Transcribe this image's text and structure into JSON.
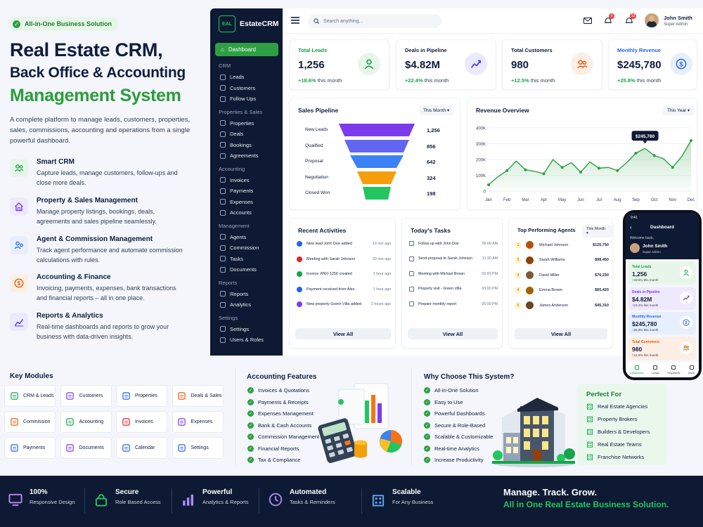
{
  "hero": {
    "badge": "All-in-One Business Solution",
    "title1": "Real Estate CRM,",
    "title2": "Back Office & Accounting",
    "title3": "Management System",
    "intro": "A complete platform to manage leads, customers, properties, sales, commissions, accounting and operations from a single powerful dashboard.",
    "features": [
      {
        "title": "Smart CRM",
        "desc": "Capture leads, manage customers, follow-ups and close more deals.",
        "icon": "users-icon",
        "color": "#16a34a",
        "bg": "#e8f6ea"
      },
      {
        "title": "Property & Sales Management",
        "desc": "Manage property listings, bookings, deals, agreements and sales pipeline seamlessly.",
        "icon": "home-icon",
        "color": "#7c3aed",
        "bg": "#efe9fd"
      },
      {
        "title": "Agent & Commission Management",
        "desc": "Track agent performance and automate commission calculations with rules.",
        "icon": "agents-icon",
        "color": "#2563eb",
        "bg": "#e7efff"
      },
      {
        "title": "Accounting & Finance",
        "desc": "Invoicing, payments, expenses, bank transactions and financial reports – all in one place.",
        "icon": "dollar-icon",
        "color": "#ea580c",
        "bg": "#fdeee4"
      },
      {
        "title": "Reports & Analytics",
        "desc": "Real-time dashboards and reports to grow your business with data-driven insights.",
        "icon": "chart-icon",
        "color": "#4f46e5",
        "bg": "#ebeafd"
      }
    ]
  },
  "app": {
    "logo": "EstateCRM",
    "logo_mark": "EAL",
    "active": "Dashboard",
    "sections": [
      {
        "label": "CRM",
        "items": [
          "Leads",
          "Customers",
          "Follow Ups"
        ]
      },
      {
        "label": "Properties & Sales",
        "items": [
          "Properties",
          "Deals",
          "Bookings",
          "Agreements"
        ]
      },
      {
        "label": "Accounting",
        "items": [
          "Invoices",
          "Payments",
          "Expenses",
          "Accounts"
        ]
      },
      {
        "label": "Management",
        "items": [
          "Agents",
          "Commission",
          "Tasks",
          "Documents"
        ]
      },
      {
        "label": "Reports",
        "items": [
          "Reports",
          "Analytics"
        ]
      },
      {
        "label": "Settings",
        "items": [
          "Settings",
          "Users & Roles"
        ]
      }
    ],
    "search_placeholder": "Search anything...",
    "notif1": "6",
    "notif2": "12",
    "user_name": "John Smith",
    "user_role": "Super Admin"
  },
  "kpis": [
    {
      "label": "Total Leads",
      "value": "1,256",
      "change": "+18.6%",
      "suffix": "this month",
      "color": "#16a34a",
      "bg": "#e8f6ea",
      "icon": "user-icon"
    },
    {
      "label": "Deals in Pipeline",
      "value": "$4.82M",
      "change": "+22.4%",
      "suffix": "this month",
      "color": "#0f1c3f",
      "bg": "#ebeafd",
      "icon": "trend-icon"
    },
    {
      "label": "Total Customers",
      "value": "980",
      "change": "+12.5%",
      "suffix": "this month",
      "color": "#0f1c3f",
      "bg": "#fdeee4",
      "icon": "users-icon"
    },
    {
      "label": "Monthly Revenue",
      "value": "$245,780",
      "change": "+25.8%",
      "suffix": "this month",
      "color": "#2563eb",
      "bg": "#e7efff",
      "icon": "dollar-icon"
    }
  ],
  "pipeline": {
    "title": "Sales Pipeline",
    "period": "This Month",
    "stages": [
      {
        "label": "New Leads",
        "value": "1,256",
        "color": "#7c3aed"
      },
      {
        "label": "Qualified",
        "value": "856",
        "color": "#6366f1"
      },
      {
        "label": "Proposal",
        "value": "642",
        "color": "#3b82f6"
      },
      {
        "label": "Negotiation",
        "value": "324",
        "color": "#f59e0b"
      },
      {
        "label": "Closed Won",
        "value": "198",
        "color": "#22c55e"
      }
    ]
  },
  "chart_data": {
    "type": "area",
    "title": "Revenue Overview",
    "period": "This Year",
    "categories": [
      "Jan",
      "Feb",
      "Mar",
      "Apr",
      "May",
      "Jun",
      "Jul",
      "Aug",
      "Sep",
      "Oct",
      "Nov",
      "Dec"
    ],
    "x": [
      0,
      0.5,
      1,
      1.5,
      2,
      2.5,
      3,
      3.5,
      4,
      4.5,
      5,
      5.5,
      6,
      6.5,
      7,
      7.5,
      8,
      8.5,
      9,
      9.5,
      10,
      10.5,
      11
    ],
    "values": [
      40000,
      90000,
      130000,
      190000,
      135000,
      125000,
      110000,
      200000,
      150000,
      180000,
      120000,
      185000,
      145000,
      150000,
      130000,
      180000,
      240000,
      270000,
      225000,
      205000,
      150000,
      220000,
      320000
    ],
    "yticks": [
      "400K",
      "300K",
      "200K",
      "100K",
      "0"
    ],
    "ylim": [
      0,
      400000
    ],
    "annotation": "$245,780",
    "line_color": "#2ea043"
  },
  "activities": {
    "title": "Recent Activities",
    "items": [
      {
        "text": "New lead John Doe added",
        "time": "10 min ago",
        "color": "#2563eb"
      },
      {
        "text": "Meeting with Sarah Johnson",
        "time": "30 min ago",
        "color": "#dc2626"
      },
      {
        "text": "Invoice #INV-1256 created",
        "time": "1 hour ago",
        "color": "#16a34a"
      },
      {
        "text": "Payment received from Alex",
        "time": "1 hour ago",
        "color": "#2563eb"
      },
      {
        "text": "New property Green Villa added",
        "time": "2 hours ago",
        "color": "#7c3aed"
      }
    ],
    "button": "View All"
  },
  "tasks": {
    "title": "Today's Tasks",
    "items": [
      {
        "text": "Follow up with John Doe",
        "time": "09:00 AM"
      },
      {
        "text": "Send proposal to Sarah Johnson",
        "time": "11:30 AM"
      },
      {
        "text": "Meeting with Michael Brown",
        "time": "02:00 PM"
      },
      {
        "text": "Property visit - Green Villa",
        "time": "03:00 PM"
      },
      {
        "text": "Prepare monthly report",
        "time": "05:00 PM"
      }
    ],
    "button": "View All"
  },
  "agents": {
    "title": "Top Performing Agents",
    "period": "This Month",
    "items": [
      {
        "rank": "1",
        "name": "Michael Johnson",
        "amount": "$125,750"
      },
      {
        "rank": "2",
        "name": "Sarah Williams",
        "amount": "$98,450"
      },
      {
        "rank": "3",
        "name": "David Miller",
        "amount": "$76,230"
      },
      {
        "rank": "4",
        "name": "Emma Brown",
        "amount": "$65,420"
      },
      {
        "rank": "5",
        "name": "James Anderson",
        "amount": "$45,310"
      }
    ],
    "button": "View All"
  },
  "phone": {
    "time": "9:41",
    "title": "Dashboard",
    "welcome": "Welcome back,",
    "name": "John Smith",
    "role": "Super Admin",
    "cards": [
      {
        "label": "Total Leads",
        "value": "1,256",
        "change": "+18.6% this month",
        "color": "#16a34a",
        "bg": "#e8f6ea"
      },
      {
        "label": "Deals in Pipeline",
        "value": "$4.82M",
        "change": "+22.4% this month",
        "color": "#7c3aed",
        "bg": "#efe9fd"
      },
      {
        "label": "Monthly Revenue",
        "value": "$245,780",
        "change": "+25.8% this month",
        "color": "#2563eb",
        "bg": "#e7efff"
      },
      {
        "label": "Total Customers",
        "value": "980",
        "change": "+12.5% this month",
        "color": "#ea580c",
        "bg": "#fdeee4"
      }
    ],
    "tabs": [
      "Dashboard",
      "Leads",
      "Properties",
      "More"
    ]
  },
  "modules": {
    "title": "Key Modules",
    "items": [
      {
        "label": "CRM & Leads",
        "color": "#16a34a"
      },
      {
        "label": "Customers",
        "color": "#7c3aed"
      },
      {
        "label": "Properties",
        "color": "#2563eb"
      },
      {
        "label": "Deals & Sales",
        "color": "#ea580c"
      },
      {
        "label": "Commission",
        "color": "#ea580c"
      },
      {
        "label": "Accounting",
        "color": "#16a34a"
      },
      {
        "label": "Invoices",
        "color": "#dc2626"
      },
      {
        "label": "Expenses",
        "color": "#7c3aed"
      },
      {
        "label": "Payments",
        "color": "#2563eb"
      },
      {
        "label": "Documents",
        "color": "#7c3aed"
      },
      {
        "label": "Calendar",
        "color": "#2563eb"
      },
      {
        "label": "Settings",
        "color": "#2563eb"
      }
    ]
  },
  "accounting": {
    "title": "Accounting Features",
    "items": [
      "Invoices & Quotations",
      "Payments & Receipts",
      "Expenses Management",
      "Bank & Cash Accounts",
      "Commission Management",
      "Financial Reports",
      "Tax & Compliance"
    ]
  },
  "why": {
    "title": "Why Choose This System?",
    "items": [
      "All-in-One Solution",
      "Easy to Use",
      "Powerful Dashboards",
      "Secure & Role-Based",
      "Scalable & Customizable",
      "Real-time Analytics",
      "Increase Productivity"
    ]
  },
  "perfect": {
    "title": "Perfect For",
    "items": [
      "Real Estate Agencies",
      "Property Brokers",
      "Builders & Developers",
      "Real Estate Teams",
      "Franchise Networks"
    ]
  },
  "footer": {
    "items": [
      {
        "title": "100%",
        "sub": "Responsive Design",
        "icon": "monitor-icon"
      },
      {
        "title": "Secure",
        "sub": "Role Based Access",
        "icon": "lock-icon"
      },
      {
        "title": "Powerful",
        "sub": "Analytics & Reports",
        "icon": "bar-chart-icon"
      },
      {
        "title": "Automated",
        "sub": "Tasks & Reminders",
        "icon": "clock-icon"
      },
      {
        "title": "Scalable",
        "sub": "For Any Business",
        "icon": "building-icon"
      }
    ],
    "tagline1": "Manage. Track. Grow.",
    "tagline2": "All in One Real Estate Business Solution."
  }
}
